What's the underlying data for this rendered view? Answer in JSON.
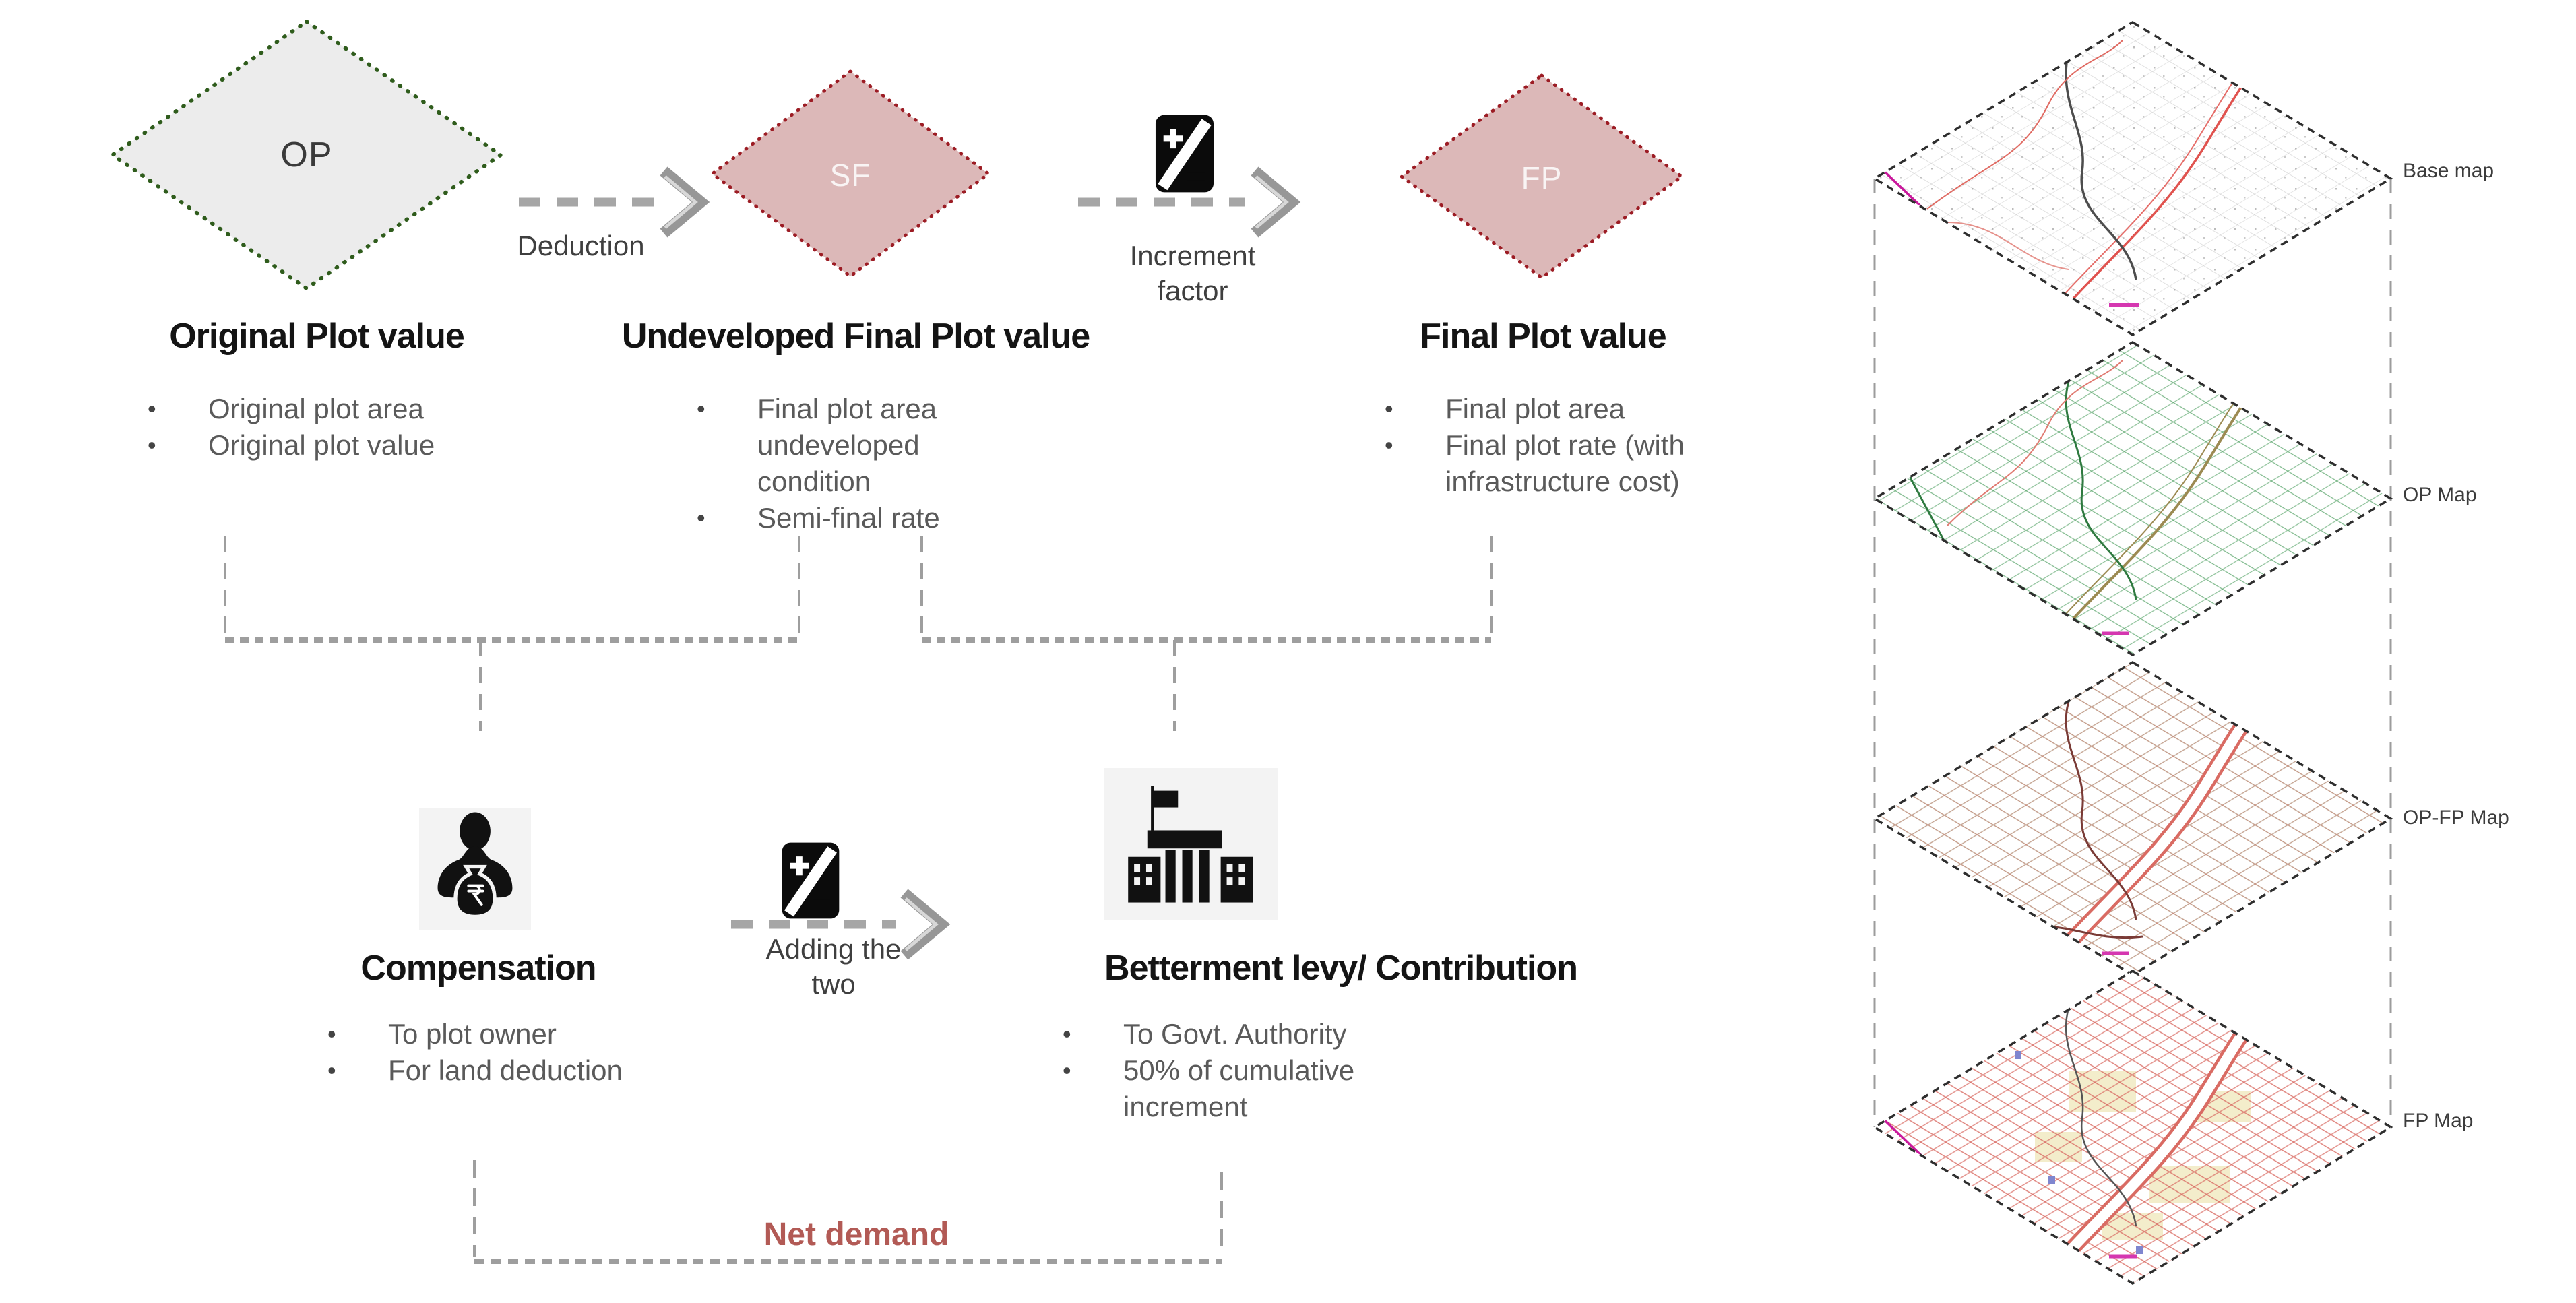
{
  "diagram": {
    "nodes": {
      "op": {
        "badge": "OP",
        "title": "Original Plot value",
        "bullets": [
          "Original plot area",
          "Original plot value"
        ]
      },
      "sf": {
        "badge": "SF",
        "title": "Undeveloped Final Plot value",
        "bullets": [
          "Final plot area undeveloped condition",
          "Semi-final rate"
        ]
      },
      "fp": {
        "badge": "FP",
        "title": "Final Plot value",
        "bullets": [
          "Final plot area",
          "Final plot rate (with infrastructure cost)"
        ]
      }
    },
    "arrows": {
      "deduction_label": "Deduction",
      "increment_label": "Increment factor",
      "adding_label": "Adding the two"
    },
    "outputs": {
      "compensation": {
        "title": "Compensation",
        "bullets": [
          "To plot owner",
          "For land deduction"
        ]
      },
      "betterment": {
        "title": "Betterment levy/ Contribution",
        "bullets": [
          "To Govt. Authority",
          "50% of cumulative increment"
        ]
      },
      "net_demand_label": "Net demand"
    },
    "icons": {
      "increment": "calculator-icon",
      "adding": "calculator-icon",
      "compensation": "person-money-bag-icon",
      "betterment": "government-building-icon"
    }
  },
  "map_stack": {
    "layers": [
      {
        "label": "Base map",
        "theme": "gray-red"
      },
      {
        "label": "OP Map",
        "theme": "green"
      },
      {
        "label": "OP-FP Map",
        "theme": "green-red"
      },
      {
        "label": "FP Map",
        "theme": "red-yellow"
      }
    ]
  },
  "colors": {
    "op_fill": "#ececec",
    "op_border": "#2f5c1c",
    "sf_fp_fill": "#dcb8b8",
    "sf_fp_border": "#9c1c24",
    "arrow_gray": "#a6a6a6",
    "net_demand": "#b25a55",
    "heading_text": "#141414",
    "bullet_text": "#5a5a5a",
    "label_text": "#3f3f3f"
  }
}
